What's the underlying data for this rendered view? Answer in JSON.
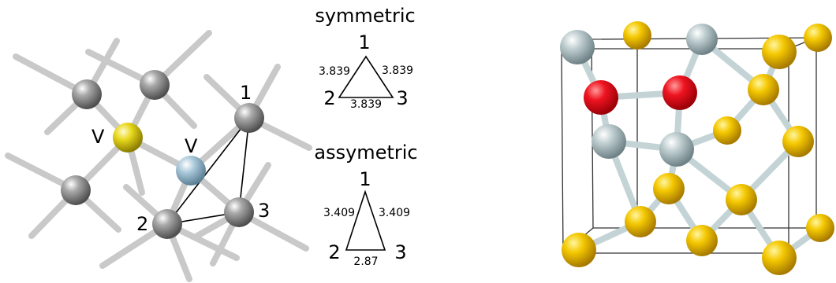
{
  "left_panel": {
    "atom_labels": {
      "site_1": "1",
      "site_2": "2",
      "site_3": "3",
      "vacancy_a": "V",
      "vacancy_b": "V"
    }
  },
  "symmetric": {
    "heading": "symmetric",
    "vertices": {
      "top": "1",
      "left": "2",
      "right": "3"
    },
    "edges": {
      "left": "3.839",
      "right": "3.839",
      "bottom": "3.839"
    }
  },
  "asymmetric": {
    "heading": "assymetric",
    "vertices": {
      "top": "1",
      "left": "2",
      "right": "3"
    },
    "edges": {
      "left": "3.409",
      "right": "3.409",
      "bottom": "2.87"
    }
  },
  "colors": {
    "gray_atom": "#8d8d8d",
    "yellow_atom": "#e8d81c",
    "blue_atom": "#9cc0d6",
    "bond": "#c9c9c9",
    "cube_yellow": "#f2c300",
    "cube_red": "#e8111c",
    "cube_silver": "#b3c3c6",
    "cube_bond": "#c4d4d6"
  }
}
